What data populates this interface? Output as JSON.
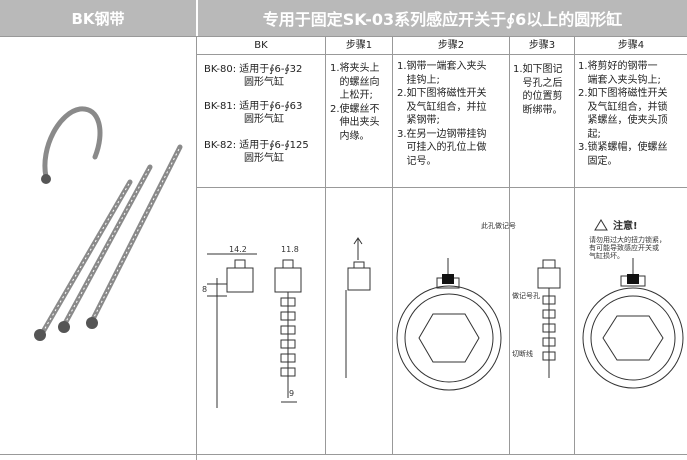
{
  "header": {
    "left_title": "BK钢带",
    "right_title": "专用于固定SK-03系列感应开关于∮6以上的圆形缸"
  },
  "columns": [
    "BK",
    "步骤1",
    "步骤2",
    "步骤3",
    "步骤4"
  ],
  "bk_models": [
    {
      "code": "BK-80:",
      "line1": "适用于∮6-∮32",
      "line2": "圆形气缸"
    },
    {
      "code": "BK-81:",
      "line1": "适用于∮6-∮63",
      "line2": "圆形气缸"
    },
    {
      "code": "BK-82:",
      "line1": "适用于∮6-∮125",
      "line2": "圆形气缸"
    }
  ],
  "step1": [
    {
      "num": "1.",
      "lines": [
        "将夹头上",
        "的螺丝向",
        "上松开;"
      ]
    },
    {
      "num": "2.",
      "lines": [
        "使螺丝不",
        "伸出夹头",
        "内缘。"
      ]
    }
  ],
  "step2": [
    {
      "num": "1.",
      "lines": [
        "钢带一端套入夹头",
        "挂钩上;"
      ]
    },
    {
      "num": "2.",
      "lines": [
        "如下图将磁性开关",
        "及气缸组合，并拉",
        "紧钢带;"
      ]
    },
    {
      "num": "3.",
      "lines": [
        "在另一边钢带挂钩",
        "可挂入的孔位上做",
        "记号。"
      ]
    }
  ],
  "step3": [
    {
      "num": "1.",
      "lines": [
        "如下图记",
        "号孔之后",
        "的位置剪",
        "断绑带。"
      ]
    }
  ],
  "step4": [
    {
      "num": "1.",
      "lines": [
        "将剪好的钢带一",
        "端套入夹头钩上;"
      ]
    },
    {
      "num": "2.",
      "lines": [
        "如下图将磁性开关",
        "及气缸组合，并锁",
        "紧螺丝，使夹头顶",
        "起;"
      ]
    },
    {
      "num": "3.",
      "lines": [
        "锁紧螺帽，使螺丝",
        "固定。"
      ]
    }
  ],
  "diagram_labels": {
    "dim_width": "14.2",
    "dim_width2": "11.8",
    "dim_height": "8",
    "dim_hole": "9",
    "mark_hole": "此孔做记号",
    "mark_hole2": "做记号孔",
    "cut_line": "切断线",
    "caution_title": "注意!",
    "caution_text1": "请勿用过大的扭力锁紧，",
    "caution_text2": "有可能导致感应开关或",
    "caution_text3": "气缸损坏。"
  }
}
